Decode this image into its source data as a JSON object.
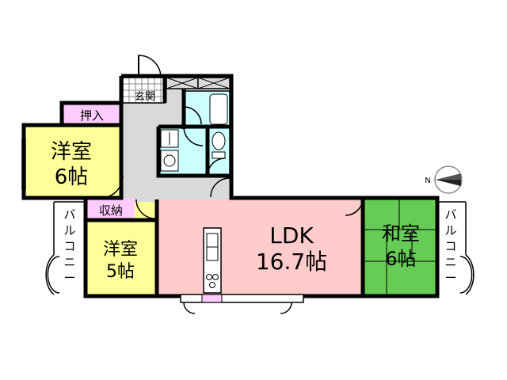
{
  "rooms": {
    "western_room_a": {
      "name": "洋室",
      "size": "6帖"
    },
    "western_room_b": {
      "name": "洋室",
      "size": "5帖"
    },
    "ldk": {
      "name": "LDK",
      "size": "16.7帖"
    },
    "japanese_room": {
      "name": "和室",
      "size": "6帖"
    },
    "entrance": {
      "name": "玄関"
    },
    "closet_oshiire": {
      "name": "押入"
    },
    "closet_shuno": {
      "name": "収納"
    }
  },
  "balcony_left": {
    "chars": [
      "バ",
      "ル",
      "コ",
      "ニ",
      "ー"
    ]
  },
  "balcony_right": {
    "chars": [
      "バ",
      "ル",
      "コ",
      "ニ",
      "ー"
    ]
  },
  "compass": {
    "label": "N"
  },
  "colors": {
    "western": "#ffff99",
    "ldk": "#ffcccc",
    "japanese": "#66cc55",
    "closet": "#ffccff",
    "hall": "#d9d9d9",
    "wet": "#ccffff",
    "wall": "#000000"
  }
}
